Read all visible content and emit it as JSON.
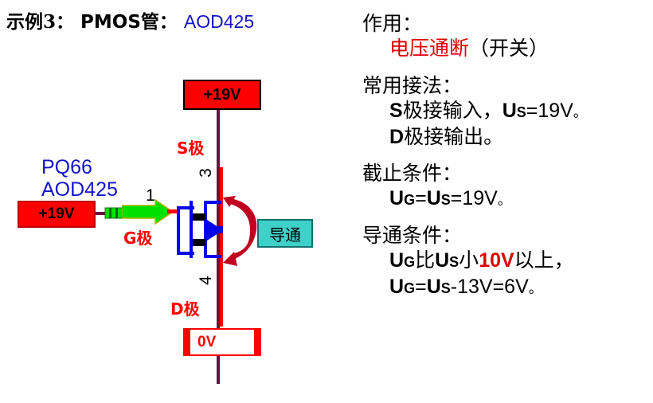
{
  "title": {
    "prefix_cn": "示例3",
    "colon1": "：",
    "device_type": "PMOS管",
    "colon2": "：",
    "part_number": "AOD425"
  },
  "notes": [
    {
      "heading": "作用：",
      "lines": [
        {
          "segments": [
            {
              "text": "电压通断",
              "style": "cn-red"
            },
            {
              "text": "（开关）",
              "style": "cn"
            }
          ]
        }
      ]
    },
    {
      "heading": "常用接法：",
      "lines": [
        {
          "segments": [
            {
              "text": "S",
              "style": "lat"
            },
            {
              "text": "极接输入，",
              "style": "cn"
            },
            {
              "text": "U",
              "style": "lat"
            },
            {
              "text": "S",
              "style": "lat-sub"
            },
            {
              "text": "=19V",
              "style": "lat-reg"
            },
            {
              "text": "。",
              "style": "cn-small"
            }
          ]
        },
        {
          "segments": [
            {
              "text": "D",
              "style": "lat"
            },
            {
              "text": "极接输出。",
              "style": "cn"
            }
          ]
        }
      ]
    },
    {
      "heading": "截止条件：",
      "lines": [
        {
          "segments": [
            {
              "text": "U",
              "style": "lat"
            },
            {
              "text": "G",
              "style": "lat-sub"
            },
            {
              "text": "=",
              "style": "lat-reg"
            },
            {
              "text": "U",
              "style": "lat"
            },
            {
              "text": "S",
              "style": "lat-sub"
            },
            {
              "text": "=19V",
              "style": "lat-reg"
            },
            {
              "text": "。",
              "style": "cn-small"
            }
          ]
        }
      ]
    },
    {
      "heading": "导通条件：",
      "lines": [
        {
          "segments": [
            {
              "text": "U",
              "style": "lat"
            },
            {
              "text": "G",
              "style": "lat-sub"
            },
            {
              "text": "比",
              "style": "cn"
            },
            {
              "text": "U",
              "style": "lat"
            },
            {
              "text": "S",
              "style": "lat-sub"
            },
            {
              "text": "小",
              "style": "cn"
            },
            {
              "text": "10V",
              "style": "lat-red"
            },
            {
              "text": "以上，",
              "style": "cn"
            }
          ]
        },
        {
          "segments": [
            {
              "text": "U",
              "style": "lat"
            },
            {
              "text": "G",
              "style": "lat-sub"
            },
            {
              "text": "=",
              "style": "lat-reg"
            },
            {
              "text": "U",
              "style": "lat"
            },
            {
              "text": "S",
              "style": "lat-sub"
            },
            {
              "text": "-13V=6V",
              "style": "lat-reg"
            },
            {
              "text": "。",
              "style": "cn-small"
            }
          ]
        }
      ]
    }
  ],
  "circuit": {
    "box_top_label": "+19V",
    "box_left_label": "+19V",
    "box_bottom_label": "0V",
    "label_s": "S极",
    "label_g": "G极",
    "label_d": "D极",
    "pin_top": "3",
    "pin_gate": "1",
    "pin_bottom": "4",
    "part_ref": "PQ66",
    "part_number": "AOD425",
    "conduct_tag": "导通"
  },
  "colors": {
    "red": "#ff0000",
    "dark_magenta": "#6b0f3c",
    "blue": "#0000ee",
    "label_blue": "#1414c8",
    "green": "#00e000",
    "cyan": "#3fd0c9",
    "dark_red_arc": "#c00020"
  }
}
